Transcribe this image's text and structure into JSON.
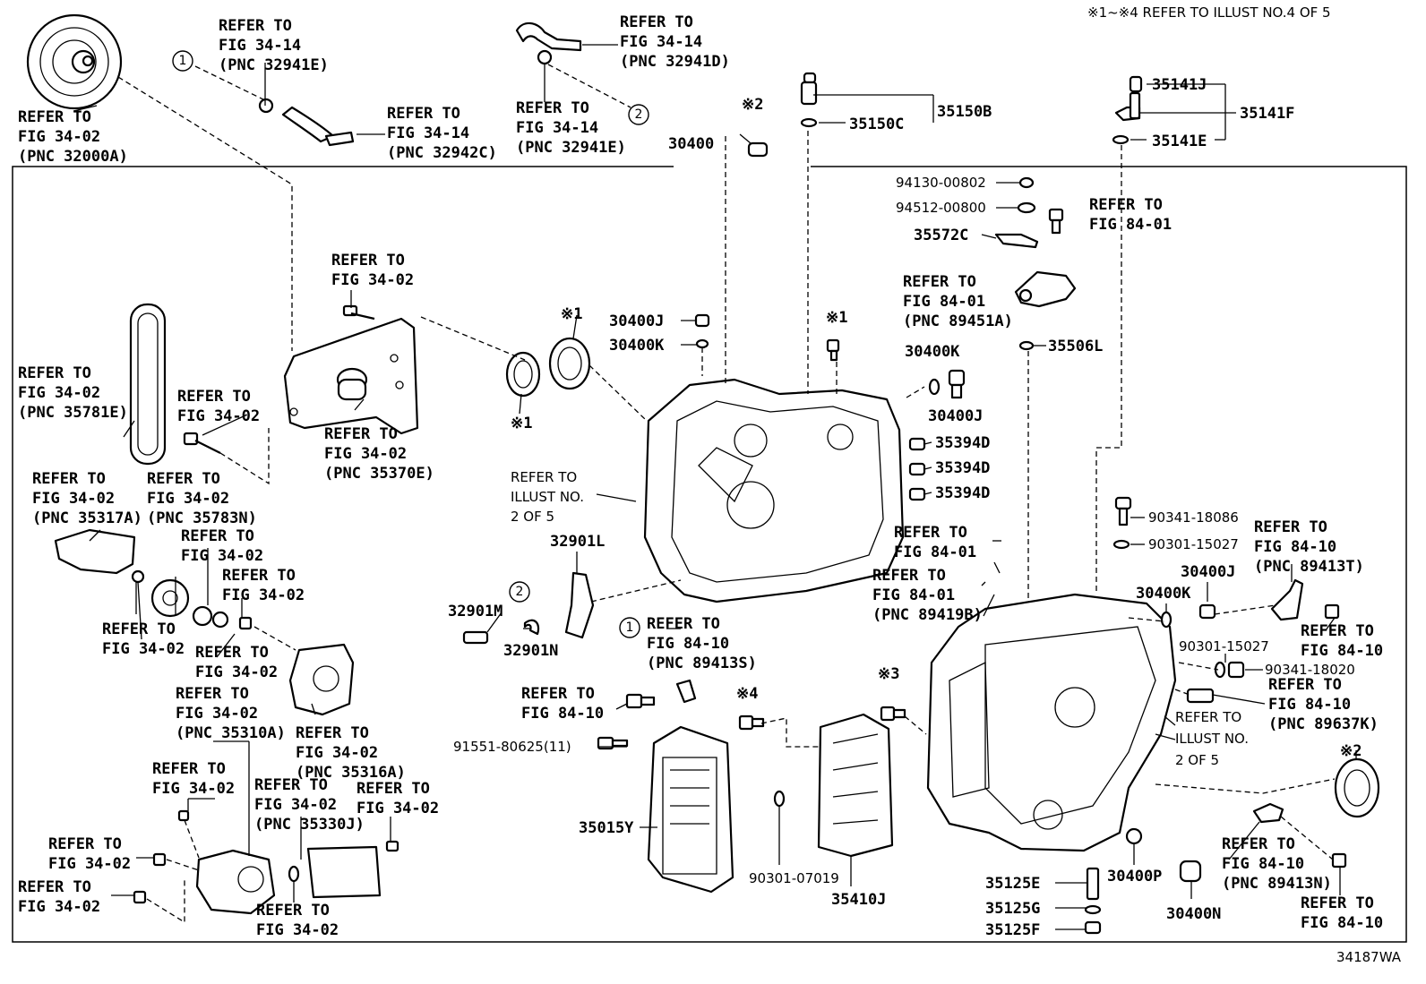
{
  "header_note": "※1~※4 REFER TO ILLUST NO.4 OF 5",
  "footer_code": "34187WA",
  "symbols": {
    "s1": "※1",
    "s2": "※2",
    "s3": "※3",
    "s4": "※4",
    "c1": "1",
    "c2": "2"
  },
  "refs": {
    "r_3402_pnc32000a": [
      "REFER TO",
      "FIG 34-02",
      "(PNC 32000A)"
    ],
    "r_3414_pnc32941e_top": [
      "REFER TO",
      "FIG 34-14",
      "(PNC 32941E)"
    ],
    "r_3414_pnc32942c": [
      "REFER TO",
      "FIG 34-14",
      "(PNC 32942C)"
    ],
    "r_3414_pnc32941d": [
      "REFER TO",
      "FIG 34-14",
      "(PNC 32941D)"
    ],
    "r_3414_pnc32941e_mid": [
      "REFER TO",
      "FIG 34-14",
      "(PNC 32941E)"
    ],
    "r_8401_top": [
      "REFER TO",
      "FIG 84-01"
    ],
    "r_8401_pnc89451a": [
      "REFER TO",
      "FIG 84-01",
      "(PNC 89451A)"
    ],
    "r_3402_bolt_top": [
      "REFER TO",
      "FIG 34-02"
    ],
    "r_3402_pnc35781e": [
      "REFER TO",
      "FIG 34-02",
      "(PNC 35781E)"
    ],
    "r_3402_bolt_mid": [
      "REFER TO",
      "FIG 34-02"
    ],
    "r_3402_pnc35370e": [
      "REFER TO",
      "FIG 34-02",
      "(PNC 35370E)"
    ],
    "r_illust2_left": [
      "REFER TO",
      "ILLUST NO.",
      "2 OF 5"
    ],
    "r_3402_pnc35317a": [
      "REFER TO",
      "FIG 34-02",
      "(PNC 35317A)"
    ],
    "r_3402_pnc35783n": [
      "REFER TO",
      "FIG 34-02",
      "(PNC 35783N)"
    ],
    "r_3402_a": [
      "REFER TO",
      "FIG 34-02"
    ],
    "r_3402_b": [
      "REFER TO",
      "FIG 34-02"
    ],
    "r_3402_c": [
      "REFER TO",
      "FIG 34-02"
    ],
    "r_3402_d": [
      "REFER TO",
      "FIG 34-02"
    ],
    "r_3402_pnc35310a": [
      "REFER TO",
      "FIG 34-02",
      "(PNC 35310A)"
    ],
    "r_3402_pnc35316a": [
      "REFER TO",
      "FIG 34-02",
      "(PNC 35316A)"
    ],
    "r_3402_e": [
      "REFER TO",
      "FIG 34-02"
    ],
    "r_3402_pnc35330j": [
      "REFER TO",
      "FIG 34-02",
      "(PNC 35330J)"
    ],
    "r_3402_f": [
      "REFER TO",
      "FIG 34-02"
    ],
    "r_3402_g": [
      "REFER TO",
      "FIG 34-02"
    ],
    "r_3402_h": [
      "REFER TO",
      "FIG 34-02"
    ],
    "r_3402_i": [
      "REFER TO",
      "FIG 34-02"
    ],
    "r_8410_pnc89413s": [
      "REFER TO",
      "FIG 84-10",
      "(PNC 89413S)"
    ],
    "r_8410_left": [
      "REFER TO",
      "FIG 84-10"
    ],
    "r_8401_mid": [
      "REFER TO",
      "FIG 84-01"
    ],
    "r_8401_pnc89419b": [
      "REFER TO",
      "FIG 84-01",
      "(PNC 89419B)"
    ],
    "r_8410_pnc89413t": [
      "REFER TO",
      "FIG 84-10",
      "(PNC 89413T)"
    ],
    "r_8410_right_a": [
      "REFER TO",
      "FIG 84-10"
    ],
    "r_8410_pnc89637k": [
      "REFER TO",
      "FIG 84-10",
      "(PNC 89637K)"
    ],
    "r_illust2_right": [
      "REFER TO",
      "ILLUST NO.",
      "2 OF 5"
    ],
    "r_8410_pnc89413n": [
      "REFER TO",
      "FIG 84-10",
      "(PNC 89413N)"
    ],
    "r_8410_right_b": [
      "REFER TO",
      "FIG 84-10"
    ]
  },
  "parts": {
    "p30400": "30400",
    "p35150b": "35150B",
    "p35150c": "35150C",
    "p35141j": "35141J",
    "p35141f": "35141F",
    "p35141e": "35141E",
    "p94130": "94130-00802",
    "p94512": "94512-00800",
    "p35572c": "35572C",
    "p30400j_a": "30400J",
    "p30400k_a": "30400K",
    "p30400k_b": "30400K",
    "p30400j_b": "30400J",
    "p35506l": "35506L",
    "p35394d_1": "35394D",
    "p35394d_2": "35394D",
    "p35394d_3": "35394D",
    "p32901l": "32901L",
    "p32901m": "32901M",
    "p32901n": "32901N",
    "p90341_18086": "90341-18086",
    "p90301_15027a": "90301-15027",
    "p30400j_c": "30400J",
    "p30400k_c": "30400K",
    "p90301_15027b": "90301-15027",
    "p90341_18020": "90341-18020",
    "p91551": "91551-80625(11)",
    "p35015y": "35015Y",
    "p90301_07019": "90301-07019",
    "p35410j": "35410J",
    "p35125e": "35125E",
    "p35125g": "35125G",
    "p35125f": "35125F",
    "p30400p": "30400P",
    "p30400n": "30400N"
  }
}
